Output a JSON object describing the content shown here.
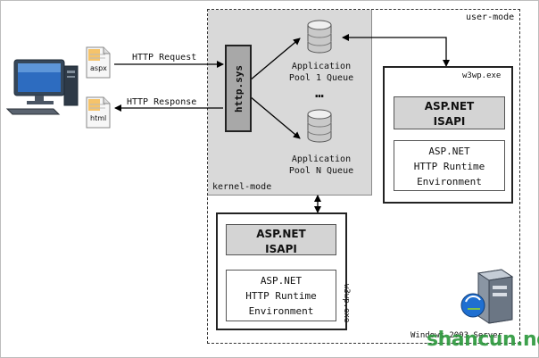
{
  "labels": {
    "user_mode": "user-mode",
    "kernel_mode": "kernel-mode",
    "http_request": "HTTP Request",
    "http_response": "HTTP Response",
    "aspx": "aspx",
    "html": "html",
    "http_sys": "http.sys",
    "pool1_line1": "Application",
    "pool1_line2": "Pool 1 Queue",
    "ellipsis": "…",
    "poolN_line1": "Application",
    "poolN_line2": "Pool N Queue",
    "w3wp_top": "w3wp.exe",
    "w3wp_bottom": "w3wp.exe",
    "windows_server": "Windows 2003 Server",
    "watermark": "shancun.net"
  },
  "isapi_top": {
    "line1": "ASP.NET",
    "line2": "ISAPI"
  },
  "runtime_top": {
    "line1": "ASP.NET",
    "line2": "HTTP Runtime",
    "line3": "Environment"
  },
  "isapi_bottom": {
    "line1": "ASP.NET",
    "line2": "ISAPI"
  },
  "runtime_bottom": {
    "line1": "ASP.NET",
    "line2": "HTTP Runtime",
    "line3": "Environment"
  }
}
